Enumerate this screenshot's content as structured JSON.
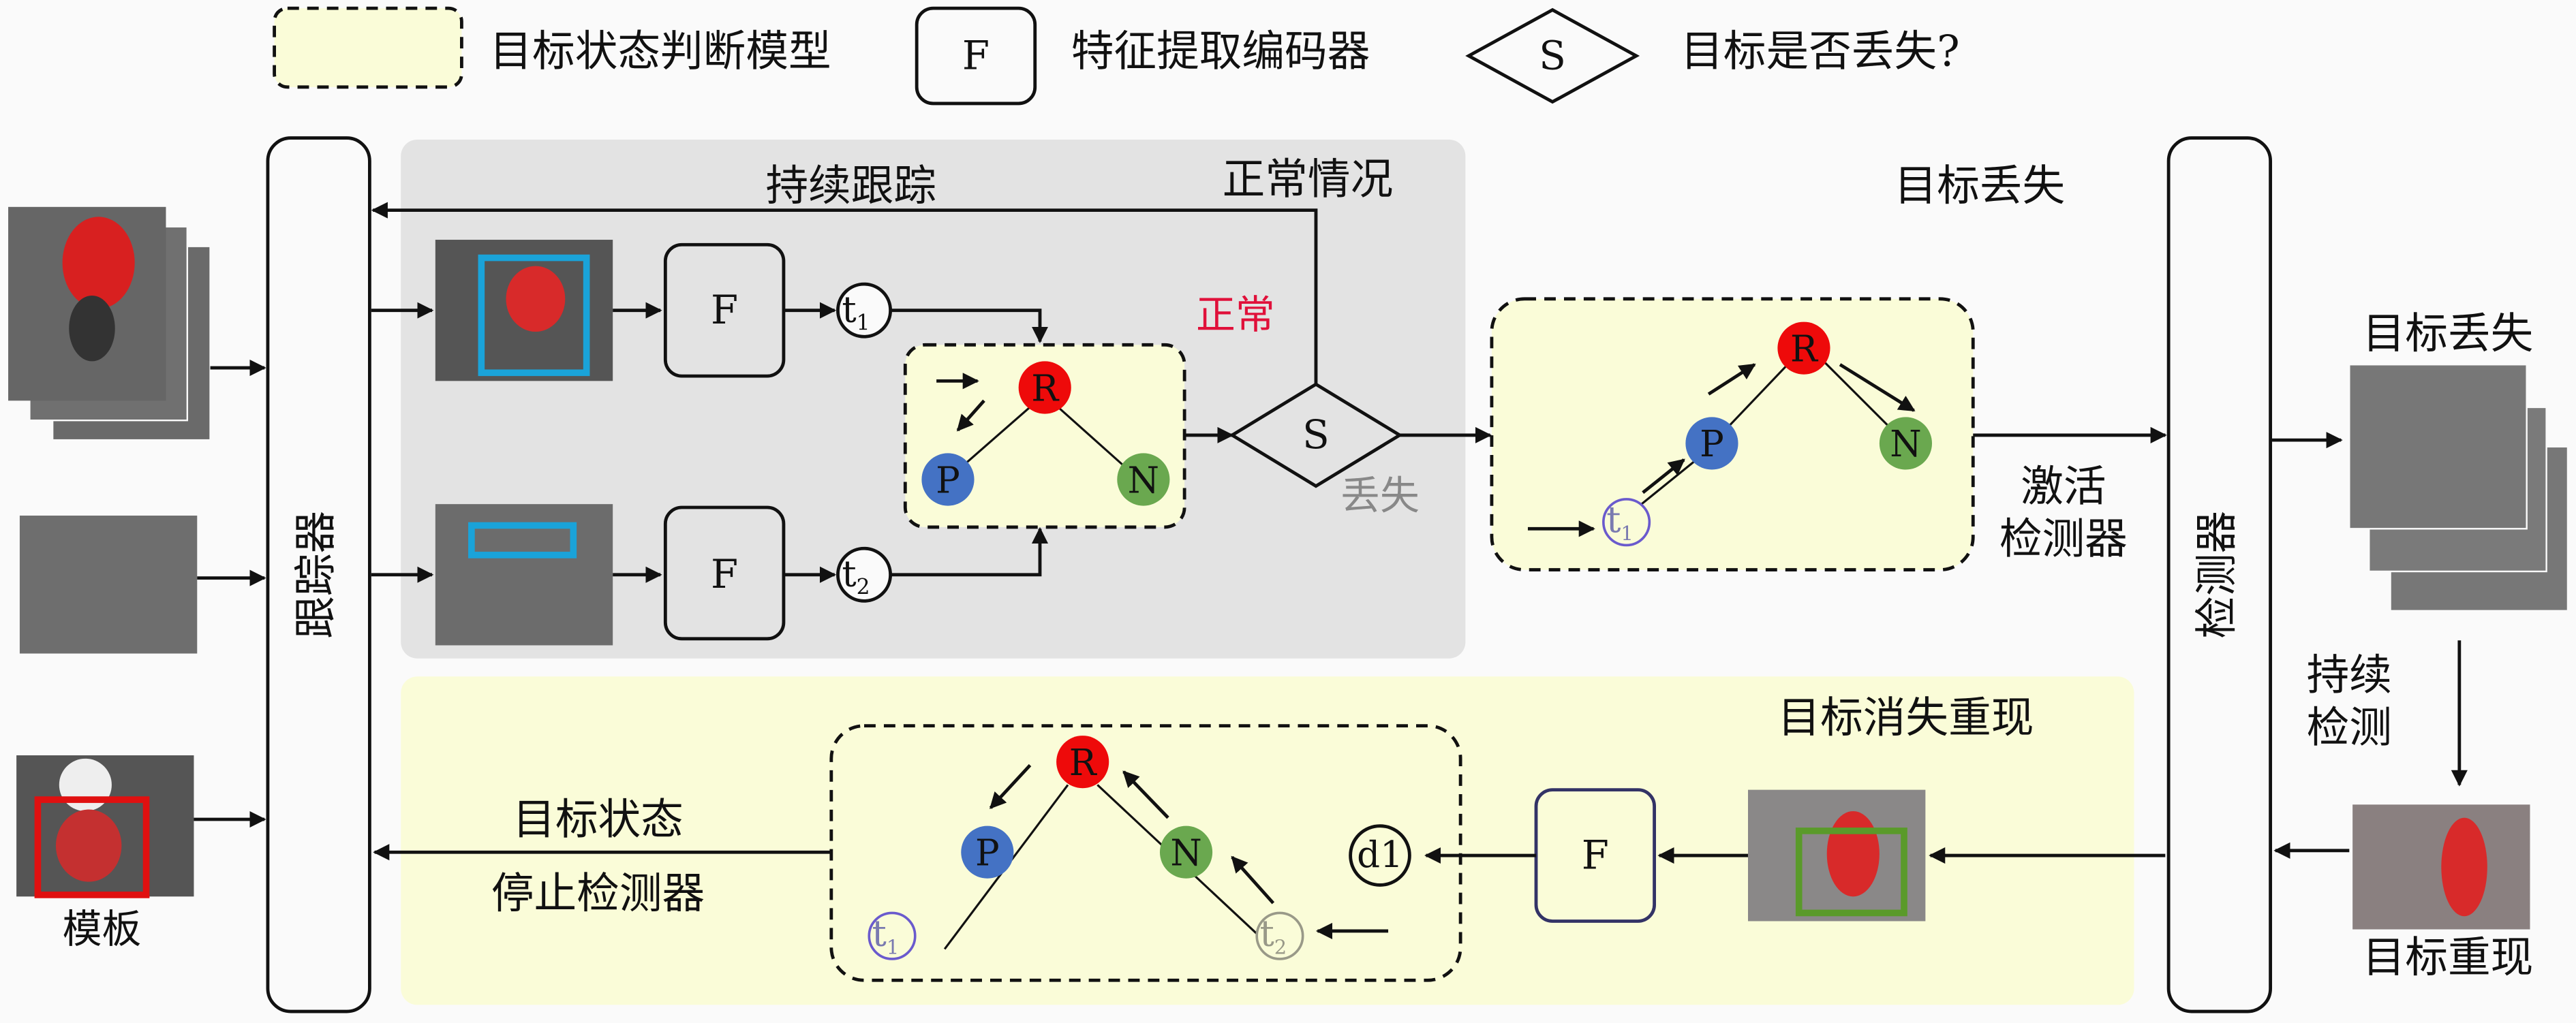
{
  "legend": {
    "model_label": "目标状态判断模型",
    "encoder_symbol": "F",
    "encoder_label": "特征提取编码器",
    "decision_symbol": "S",
    "decision_label": "目标是否丢失?"
  },
  "tracker": {
    "label": "跟踪器"
  },
  "detector": {
    "label": "检测器"
  },
  "inputs": {
    "template_label": "模板"
  },
  "top_panel": {
    "continue_tracking": "持续跟踪",
    "normal_case": "正常情况",
    "normal": "正常",
    "lost": "丢失",
    "encoder_1": "F",
    "encoder_2": "F",
    "t1": "t",
    "t1_sub": "1",
    "t2": "t",
    "t2_sub": "2",
    "decision": "S"
  },
  "model_top": {
    "R": "R",
    "P": "P",
    "N": "N"
  },
  "model_lost": {
    "R": "R",
    "P": "P",
    "N": "N",
    "t1": "t",
    "t1_sub": "1",
    "title": "目标丢失"
  },
  "activate_detector": [
    "激活",
    "检测器"
  ],
  "right_column": {
    "lost_label": "目标丢失",
    "continue_detect": [
      "持续",
      "检测"
    ],
    "reappear_label": "目标重现"
  },
  "bottom_panel": {
    "title": "目标消失重现",
    "encoder": "F",
    "d1": "d1",
    "R": "R",
    "P": "P",
    "N": "N",
    "t1": "t",
    "t1_sub": "1",
    "t2": "t",
    "t2_sub": "2",
    "output_1": "目标状态",
    "output_2": "停止检测器"
  },
  "colors": {
    "panel_gray": "#e3e3e3",
    "panel_yellow": "#fafcd8",
    "node_R": "#ee0a0a",
    "node_P": "#4472c4",
    "node_N": "#6aa84f",
    "box_cyan": "#1aa3d9",
    "box_red": "#e01010",
    "box_green": "#5a9a2a",
    "normal_red": "#e0103a"
  }
}
